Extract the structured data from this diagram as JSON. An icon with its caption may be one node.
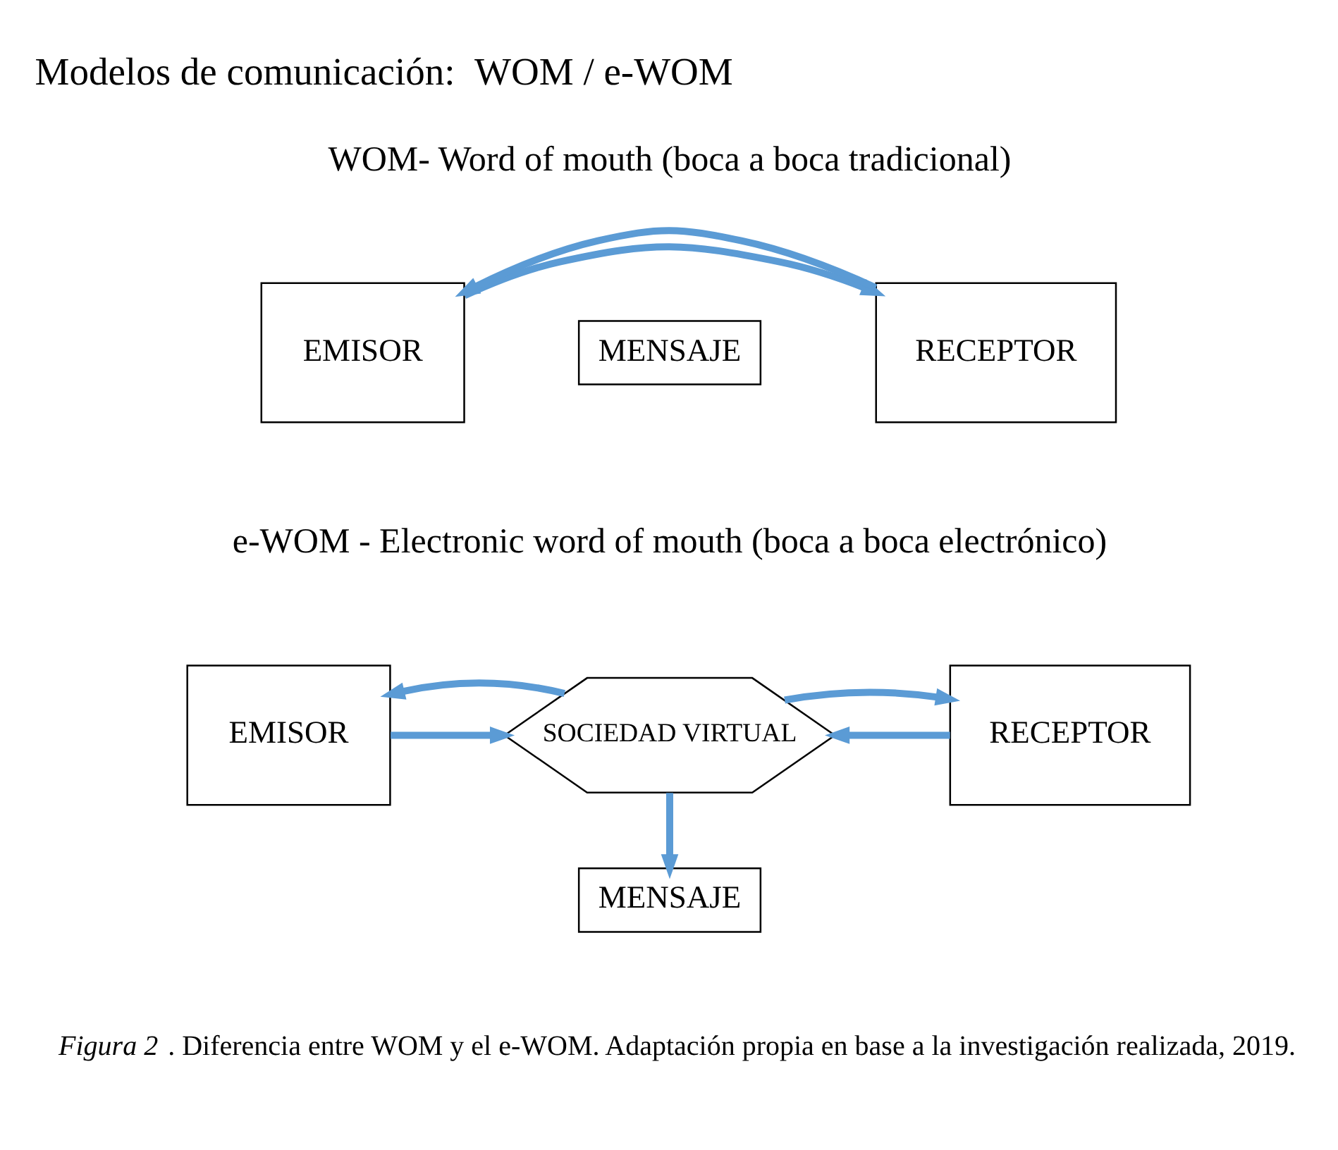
{
  "diagram": {
    "title": "Modelos de comunicación:  WOM / e-WOM",
    "caption": "*Figura 2* . Diferencia entre WOM y el e-WOM. Adaptación propia en base a la investigación realizada, 2019.",
    "nodes": [
      {
        "text": [
          "EMISOR"
        ]
      },
      {
        "text": [
          "MENSAJE"
        ]
      },
      {
        "text": [
          "RECEPTOR"
        ]
      },
      {
        "text": [
          "EMISOR"
        ]
      },
      {
        "text": [
          "SOCIEDAD VIRTUAL"
        ]
      },
      {
        "text": [
          "RECEPTOR"
        ]
      },
      {
        "text": [
          "MENSAJE"
        ]
      }
    ],
    "edges": [
      {
        "from": 0,
        "to": 2,
        "arrow": "to"
      },
      {
        "from": 2,
        "to": 0,
        "arrow": "to"
      },
      {
        "from": 3,
        "to": 4,
        "arrow": "to"
      },
      {
        "from": 4,
        "to": 3,
        "arrow": "to"
      },
      {
        "from": 5,
        "to": 4,
        "arrow": "to"
      },
      {
        "from": 4,
        "to": 5,
        "arrow": "to"
      },
      {
        "from": 4,
        "to": 6,
        "arrow": "to"
      }
    ],
    "labels": [
      "WOM- Word of mouth (boca a boca tradicional)",
      "e-WOM - Electronic word of mouth (boca a boca electrónico)"
    ]
  }
}
